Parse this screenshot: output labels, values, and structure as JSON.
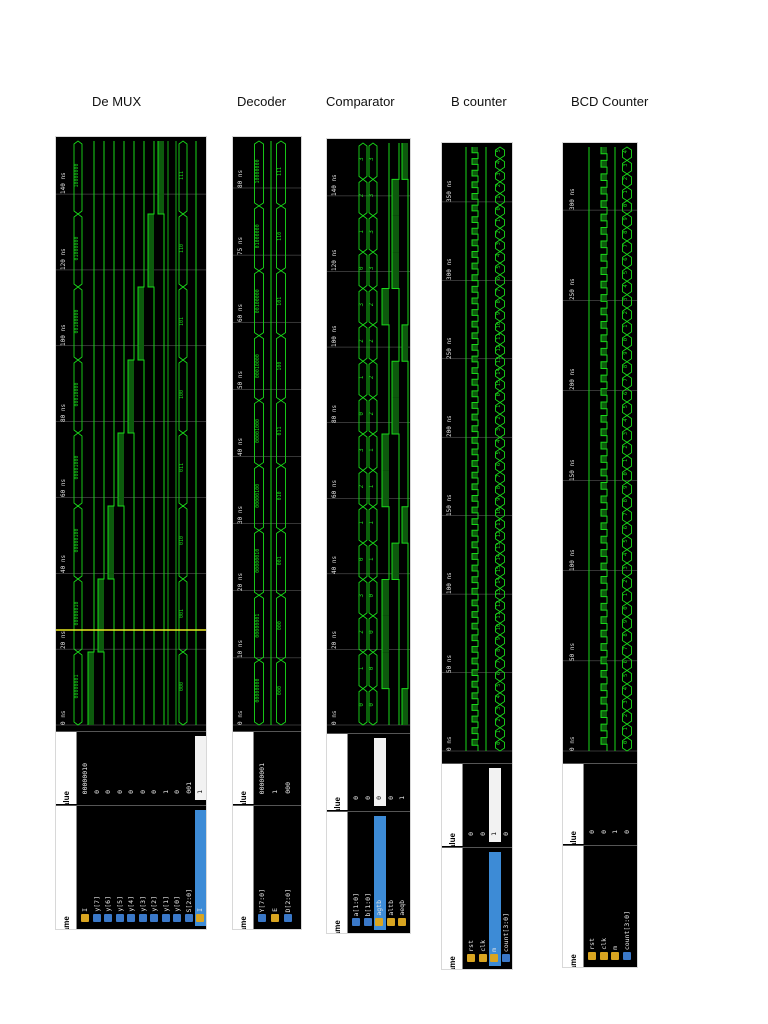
{
  "titles": {
    "demux": "De MUX",
    "decoder": "Decoder",
    "comparator": "Comparator",
    "bcounter": "B counter",
    "bcd": "BCD Counter"
  },
  "headers": {
    "name": "Name",
    "value": "Value"
  },
  "demux": {
    "signals": [
      "I",
      "y[7]",
      "y[6]",
      "y[5]",
      "y[4]",
      "y[3]",
      "y[2]",
      "y[1]",
      "y[0]",
      "S[2:0]",
      "I"
    ],
    "values": [
      "00000010",
      "0",
      "0",
      "0",
      "0",
      "0",
      "0",
      "1",
      "0",
      "001",
      "1"
    ],
    "ticks": [
      "0 ns",
      "20 ns",
      "40 ns",
      "60 ns",
      "80 ns",
      "100 ns",
      "120 ns",
      "140 ns"
    ],
    "bus_y": [
      "00000001",
      "00000010",
      "00000100",
      "00001000",
      "00010000",
      "00100000",
      "01000000",
      "10000000"
    ],
    "bus_s": [
      "000",
      "001",
      "010",
      "011",
      "100",
      "101",
      "110",
      "111"
    ],
    "colors": {
      "wave": "#19d919",
      "grid": "#1f7a1f",
      "cursor": "#e8e820"
    }
  },
  "decoder": {
    "signals": [
      "Y[7:0]",
      "E",
      "D[2:0]"
    ],
    "values": [
      "00000001",
      "1",
      "000"
    ],
    "ticks": [
      "0 ns",
      "10 ns",
      "20 ns",
      "30 ns",
      "40 ns",
      "50 ns",
      "60 ns",
      "75 ns",
      "80 ns"
    ],
    "bus_y": [
      "00000000",
      "00000001",
      "00000010",
      "00000100",
      "00001000",
      "00010000",
      "00100000",
      "01000000",
      "10000000"
    ],
    "bus_d": [
      "000",
      "000",
      "001",
      "010",
      "011",
      "100",
      "101",
      "110",
      "111"
    ]
  },
  "comparator": {
    "signals": [
      "a[1:0]",
      "b[1:0]",
      "agtb",
      "altb",
      "aeqb"
    ],
    "values": [
      "0",
      "0",
      "0",
      "0",
      "1"
    ],
    "ticks": [
      "0 ns",
      "20 ns",
      "40 ns",
      "60 ns",
      "80 ns",
      "100 ns",
      "120 ns",
      "140 ns"
    ],
    "bus_a": [
      "0",
      "1",
      "2",
      "3",
      "0",
      "1",
      "2",
      "3",
      "0",
      "1",
      "2",
      "3",
      "0",
      "1",
      "2",
      "3"
    ],
    "bus_b": [
      "0",
      "0",
      "0",
      "0",
      "1",
      "1",
      "1",
      "1",
      "2",
      "2",
      "2",
      "2",
      "3",
      "3",
      "3",
      "3"
    ]
  },
  "bcounter": {
    "signals": [
      "rst",
      "clk",
      "m",
      "count[3:0]"
    ],
    "values": [
      "0",
      "0",
      "1",
      "0"
    ],
    "ticks": [
      "0 ns",
      "50 ns",
      "100 ns",
      "150 ns",
      "200 ns",
      "250 ns",
      "300 ns",
      "350 ns"
    ],
    "counts": [
      "0",
      "1",
      "2",
      "3",
      "4",
      "5",
      "6",
      "7",
      "8",
      "9",
      "10",
      "11",
      "12",
      "13",
      "14",
      "15",
      "14",
      "13",
      "12",
      "11",
      "10",
      "9",
      "8",
      "7",
      "6",
      "5",
      "4",
      "3",
      "2",
      "1",
      "0",
      "15",
      "14",
      "13",
      "12",
      "11",
      "10",
      "9",
      "8",
      "7",
      "6",
      "5",
      "4",
      "3",
      "2",
      "1",
      "0",
      "1",
      "2",
      "3",
      "4",
      "5"
    ]
  },
  "bcd": {
    "signals": [
      "rst",
      "clk",
      "m",
      "count[3:0]"
    ],
    "values": [
      "0",
      "0",
      "1",
      "0"
    ],
    "ticks": [
      "0 ns",
      "50 ns",
      "100 ns",
      "150 ns",
      "200 ns",
      "250 ns",
      "300 ns"
    ],
    "counts": [
      "0",
      "1",
      "2",
      "3",
      "4",
      "5",
      "6",
      "7",
      "8",
      "9",
      "0",
      "1",
      "2",
      "3",
      "4",
      "5",
      "6",
      "7",
      "8",
      "9",
      "0",
      "1",
      "2",
      "3",
      "4",
      "5",
      "6",
      "7",
      "8",
      "9",
      "0",
      "1",
      "2",
      "3",
      "4",
      "5",
      "6",
      "7",
      "8",
      "9",
      "0",
      "1",
      "2",
      "3",
      "4"
    ]
  }
}
